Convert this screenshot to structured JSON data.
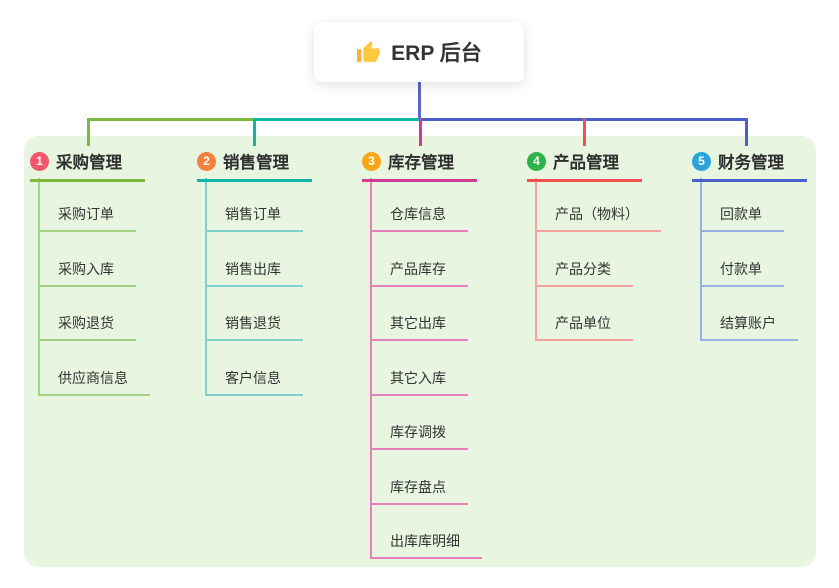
{
  "root": {
    "title": "ERP 后台",
    "icon": "thumbs-up-icon"
  },
  "colors": {
    "canvas_bg": "#ffffff",
    "panel_bg": "#E8F5E1",
    "root_connector": "#5B68C4",
    "title_text": "#2f2f2f",
    "child_text": "#333333"
  },
  "branches": [
    {
      "badge": "1",
      "title": "采购管理",
      "badge_color": "#F2566A",
      "line_color": "#7CB93F",
      "child_line_color": "#A6D284",
      "children": [
        "采购订单",
        "采购入库",
        "采购退货",
        "供应商信息"
      ]
    },
    {
      "badge": "2",
      "title": "销售管理",
      "badge_color": "#F5813C",
      "line_color": "#12B5A9",
      "child_line_color": "#7AD2C9",
      "children": [
        "销售订单",
        "销售出库",
        "销售退货",
        "客户信息"
      ]
    },
    {
      "badge": "3",
      "title": "库存管理",
      "badge_color": "#F9A61A",
      "line_color": "#CE3D92",
      "child_line_color": "#E77FBC",
      "children": [
        "仓库信息",
        "产品库存",
        "其它出库",
        "其它入库",
        "库存调拨",
        "库存盘点",
        "出库库明细"
      ]
    },
    {
      "badge": "4",
      "title": "产品管理",
      "badge_color": "#2EB24C",
      "line_color": "#F0534F",
      "child_line_color": "#F6A3A0",
      "children": [
        "产品（物料）",
        "产品分类",
        "产品单位"
      ]
    },
    {
      "badge": "5",
      "title": "财务管理",
      "badge_color": "#2BA3DC",
      "line_color": "#4A5FC8",
      "child_line_color": "#9AAFE3",
      "children": [
        "回款单",
        "付款单",
        "结算账户"
      ]
    }
  ]
}
